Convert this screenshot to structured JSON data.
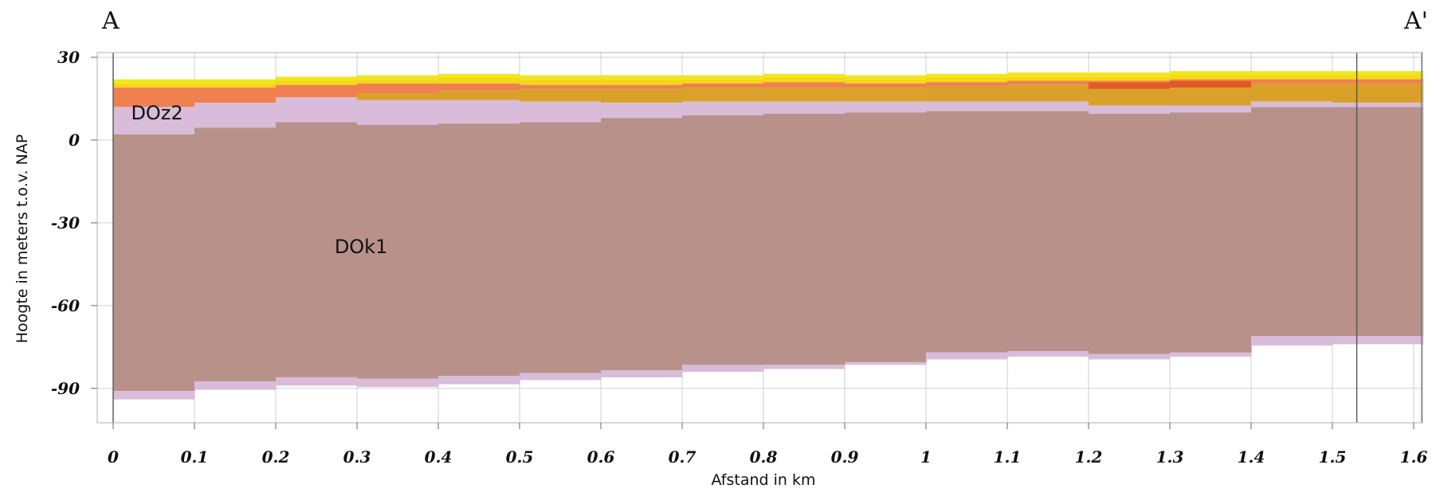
{
  "chart_data": {
    "type": "area",
    "title": "",
    "xlabel": "Afstand in km",
    "ylabel": "Hoogte in meters t.o.v. NAP",
    "xlim": [
      0,
      1.62
    ],
    "ylim": [
      -100,
      30
    ],
    "x_ticks": [
      "0",
      "0.1",
      "0.2",
      "0.3",
      "0.4",
      "0.5",
      "0.6",
      "0.7",
      "0.8",
      "0.9",
      "1",
      "1.1",
      "1.2",
      "1.3",
      "1.4",
      "1.5",
      "1.6"
    ],
    "y_ticks": [
      "30",
      "0",
      "-30",
      "-60",
      "-90"
    ],
    "grid": true,
    "section_start_label": "A",
    "section_end_label": "A'",
    "vertical_markers_km": [
      0,
      1.53,
      1.61
    ],
    "x": [
      0.05,
      0.15,
      0.25,
      0.35,
      0.45,
      0.55,
      0.65,
      0.75,
      0.85,
      0.95,
      1.05,
      1.15,
      1.25,
      1.35,
      1.45,
      1.55
    ],
    "layer_top": [
      22,
      22,
      23,
      23.5,
      24,
      23.5,
      23.5,
      23.5,
      24,
      23.5,
      24,
      24.5,
      24.5,
      25,
      25,
      25
    ],
    "series": [
      {
        "name": "",
        "color": "#f2e61c",
        "values": [
          1.5,
          1.5,
          1.5,
          1.5,
          1.5,
          1.5,
          1.5,
          1.5,
          1.5,
          1.5,
          1.5,
          1.5,
          1.5,
          1.5,
          1.5,
          1.5
        ]
      },
      {
        "name": "",
        "color": "#f4d818",
        "values": [
          1.5,
          1.5,
          1.5,
          1.5,
          2,
          2,
          2,
          1.5,
          1.5,
          1.5,
          1.5,
          1.5,
          1.5,
          1.5,
          1.5,
          1.5
        ]
      },
      {
        "name": "",
        "color": "#f08050",
        "values": [
          7,
          5.5,
          4.5,
          3.5,
          2.5,
          1.5,
          1.5,
          1.5,
          2,
          1.5,
          1.5,
          1.5,
          0.5,
          0.5,
          1.5,
          1.5
        ]
      },
      {
        "name": "",
        "color": "#e05a28",
        "values": [
          0,
          0,
          0,
          0,
          0,
          0,
          0,
          0,
          0,
          0,
          0,
          0,
          2.5,
          2.5,
          0,
          0
        ]
      },
      {
        "name": "",
        "color": "#daa12a",
        "values": [
          0,
          0,
          0,
          2.5,
          3.5,
          4.5,
          5,
          5,
          5,
          5,
          5.5,
          6,
          6,
          6.5,
          6.5,
          7
        ]
      },
      {
        "name": "DOz2",
        "color": "#d9bcd9",
        "values": [
          10,
          9,
          9,
          9,
          8.5,
          7.5,
          5.5,
          5,
          4.5,
          4,
          3.5,
          3.5,
          3,
          2.5,
          2,
          1.5
        ]
      },
      {
        "name": "DOk1",
        "color": "#b8918a",
        "values": [
          93,
          92,
          92.5,
          92,
          91.5,
          91,
          91.5,
          90.5,
          91,
          90.5,
          87.5,
          87,
          87,
          87,
          83,
          83
        ]
      },
      {
        "name": "",
        "color": "#d9bcd9",
        "values": [
          3,
          3,
          3,
          3,
          3,
          2.5,
          2.5,
          2.5,
          1.5,
          1,
          2.5,
          2,
          2,
          1.5,
          3.5,
          3
        ]
      }
    ],
    "orange_cap_extra": [
      0,
      0,
      0,
      0,
      0,
      0,
      0,
      0,
      0,
      0,
      0,
      0,
      0,
      0,
      0,
      0
    ]
  }
}
